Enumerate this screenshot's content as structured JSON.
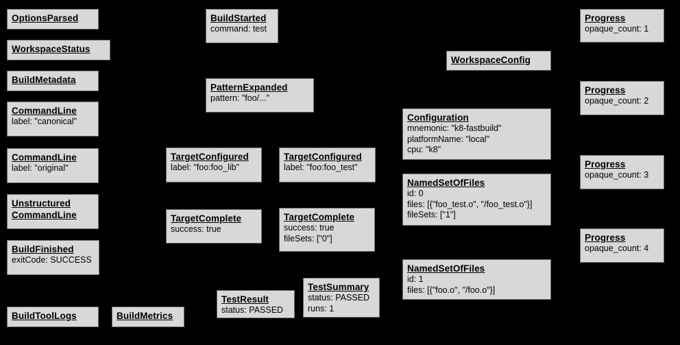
{
  "colors": {
    "background": "#000000",
    "box_fill": "#d8d8d8",
    "box_border": "#6e6e6e",
    "text": "#000000"
  },
  "nodes": [
    {
      "title": "OptionsParsed",
      "props": []
    },
    {
      "title": "WorkspaceStatus",
      "props": []
    },
    {
      "title": "BuildMetadata",
      "props": []
    },
    {
      "title": "CommandLine",
      "props": [
        "label: \"canonical\""
      ]
    },
    {
      "title": "CommandLine",
      "props": [
        "label: \"original\""
      ]
    },
    {
      "title": "Unstructured CommandLine",
      "props": []
    },
    {
      "title": "BuildFinished",
      "props": [
        "exitCode: SUCCESS"
      ]
    },
    {
      "title": "BuildToolLogs",
      "props": []
    },
    {
      "title": "BuildMetrics",
      "props": []
    },
    {
      "title": "BuildStarted",
      "props": [
        "command: test"
      ]
    },
    {
      "title": "PatternExpanded",
      "props": [
        "pattern: \"foo/...\""
      ]
    },
    {
      "title": "TargetConfigured",
      "props": [
        "label: \"foo:foo_lib\""
      ]
    },
    {
      "title": "TargetConfigured",
      "props": [
        "label: \"foo:foo_test\""
      ]
    },
    {
      "title": "TargetComplete",
      "props": [
        "success: true"
      ]
    },
    {
      "title": "TargetComplete",
      "props": [
        "success: true",
        "fileSets: [\"0\"]"
      ]
    },
    {
      "title": "TestResult",
      "props": [
        "status: PASSED"
      ]
    },
    {
      "title": "TestSummary",
      "props": [
        "status: PASSED",
        "runs: 1"
      ]
    },
    {
      "title": "WorkspaceConfig",
      "props": []
    },
    {
      "title": "Configuration",
      "props": [
        "mnemonic: \"k8-fastbuild\"",
        "platformName: \"local\"",
        "cpu: \"k8\""
      ]
    },
    {
      "title": "NamedSetOfFiles",
      "props": [
        "id: 0",
        "files: [{\"foo_test.o\", \"/foo_test.o\"}]",
        "fileSets: [\"1\"]"
      ]
    },
    {
      "title": "NamedSetOfFiles",
      "props": [
        "id: 1",
        "files: [{\"foo.o\", \"/foo.o\"}]"
      ]
    },
    {
      "title": "Progress",
      "props": [
        "opaque_count: 1"
      ]
    },
    {
      "title": "Progress",
      "props": [
        "opaque_count: 2"
      ]
    },
    {
      "title": "Progress",
      "props": [
        "opaque_count: 3"
      ]
    },
    {
      "title": "Progress",
      "props": [
        "opaque_count: 4"
      ]
    }
  ]
}
